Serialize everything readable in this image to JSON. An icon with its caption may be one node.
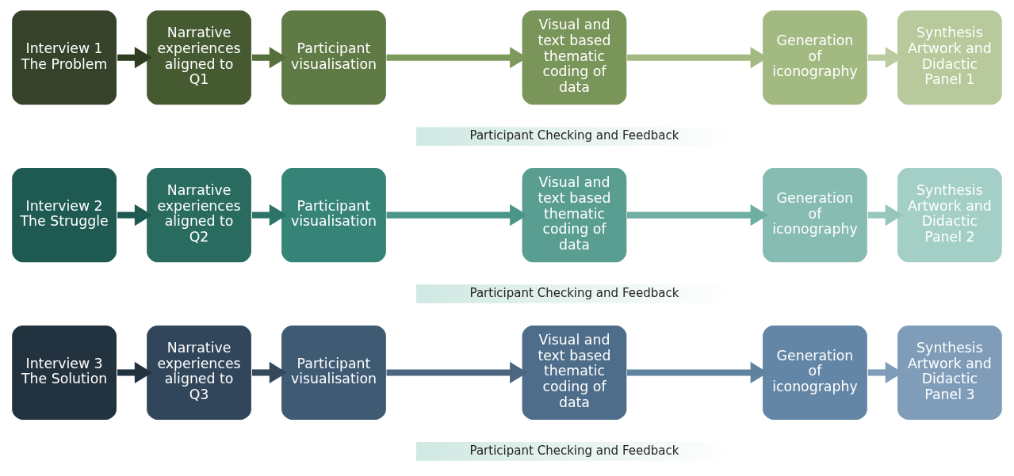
{
  "diagram": {
    "nodes": [
      {
        "text": [
          "Interview 1 The Problem"
        ]
      },
      {
        "text": [
          "Narrative experiences aligned to Q1"
        ]
      },
      {
        "text": [
          "Participant visualisation"
        ]
      },
      {
        "text": [
          "Visual and text based thematic coding of data"
        ]
      },
      {
        "text": [
          "Generation of iconography"
        ]
      },
      {
        "text": [
          "Synthesis Artwork and Didactic Panel 1"
        ]
      },
      {
        "text": [
          "Participant Checking and Feedback"
        ]
      },
      {
        "text": [
          "Interview 2 The Struggle"
        ]
      },
      {
        "text": [
          "Narrative experiences aligned to Q2"
        ]
      },
      {
        "text": [
          "Participant visualisation"
        ]
      },
      {
        "text": [
          "Visual and text based thematic coding of data"
        ]
      },
      {
        "text": [
          "Generation of iconography"
        ]
      },
      {
        "text": [
          "Synthesis Artwork and Didactic Panel 2"
        ]
      },
      {
        "text": [
          "Participant Checking and Feedback"
        ]
      },
      {
        "text": [
          "Interview 3 The Solution"
        ]
      },
      {
        "text": [
          "Narrative experiences aligned to Q3"
        ]
      },
      {
        "text": [
          "Participant visualisation"
        ]
      },
      {
        "text": [
          "Visual and text based thematic coding of data"
        ]
      },
      {
        "text": [
          "Generation of iconography"
        ]
      },
      {
        "text": [
          "Synthesis Artwork and Didactic Panel 3"
        ]
      },
      {
        "text": [
          "Participant Checking and Feedback"
        ]
      }
    ],
    "edges": [
      {
        "from": 0,
        "to": 1,
        "arrow": "to",
        "color": "#2f3d22"
      },
      {
        "from": 1,
        "to": 2,
        "arrow": "to",
        "color": "#56703c"
      },
      {
        "from": 2,
        "to": 3,
        "arrow": "to",
        "color": "#7d9a5c"
      },
      {
        "from": 3,
        "to": 4,
        "arrow": "to",
        "color": "#a3b982"
      },
      {
        "from": 4,
        "to": 5,
        "arrow": "to",
        "color": "#bccca2"
      },
      {
        "from": 7,
        "to": 8,
        "arrow": "to",
        "color": "#1f5a52"
      },
      {
        "from": 8,
        "to": 9,
        "arrow": "to",
        "color": "#2d7468"
      },
      {
        "from": 9,
        "to": 10,
        "arrow": "to",
        "color": "#4a9688"
      },
      {
        "from": 10,
        "to": 11,
        "arrow": "to",
        "color": "#6faea2"
      },
      {
        "from": 11,
        "to": 12,
        "arrow": "to",
        "color": "#96c6bc"
      },
      {
        "from": 14,
        "to": 15,
        "arrow": "to",
        "color": "#23323f"
      },
      {
        "from": 15,
        "to": 16,
        "arrow": "to",
        "color": "#34495c"
      },
      {
        "from": 16,
        "to": 17,
        "arrow": "to",
        "color": "#4b6680"
      },
      {
        "from": 17,
        "to": 18,
        "arrow": "to",
        "color": "#5f82a0"
      },
      {
        "from": 18,
        "to": 19,
        "arrow": "to",
        "color": "#7f9db8"
      }
    ]
  }
}
